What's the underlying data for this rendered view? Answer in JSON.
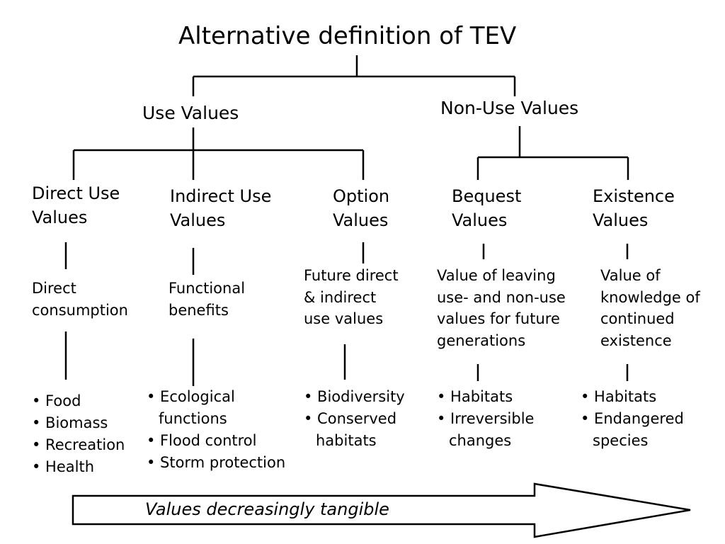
{
  "title": "Alternative definition of TEV",
  "use_values": "Use Values",
  "non_use_values": "Non-Use Values",
  "direct_use": {
    "heading": [
      "Direct Use",
      "Values"
    ],
    "description": [
      "Direct",
      "consumption"
    ],
    "examples": [
      "• Food",
      "• Biomass",
      "• Recreation",
      "• Health"
    ]
  },
  "indirect_use": {
    "heading": [
      "Indirect Use",
      "Values"
    ],
    "description": [
      "Functional",
      "benefits"
    ],
    "examples": [
      "• Ecological",
      "functions",
      "• Flood control",
      "• Storm protection"
    ]
  },
  "option": {
    "heading": [
      "Option",
      "Values"
    ],
    "description": [
      "Future direct",
      "& indirect",
      "use values"
    ],
    "examples": [
      "• Biodiversity",
      "• Conserved",
      "habitats"
    ]
  },
  "bequest": {
    "heading": [
      "Bequest",
      "Values"
    ],
    "description": [
      "Value of leaving",
      "use- and non-use",
      "values for future",
      "generations"
    ],
    "examples": [
      "• Habitats",
      "• Irreversible",
      "changes"
    ]
  },
  "existence": {
    "heading": [
      "Existence",
      "Values"
    ],
    "description": [
      "Value of",
      "knowledge of",
      "continued",
      "existence"
    ],
    "examples": [
      "• Habitats",
      "• Endangered",
      "species"
    ]
  },
  "arrow_label": "Values decreasingly tangible"
}
